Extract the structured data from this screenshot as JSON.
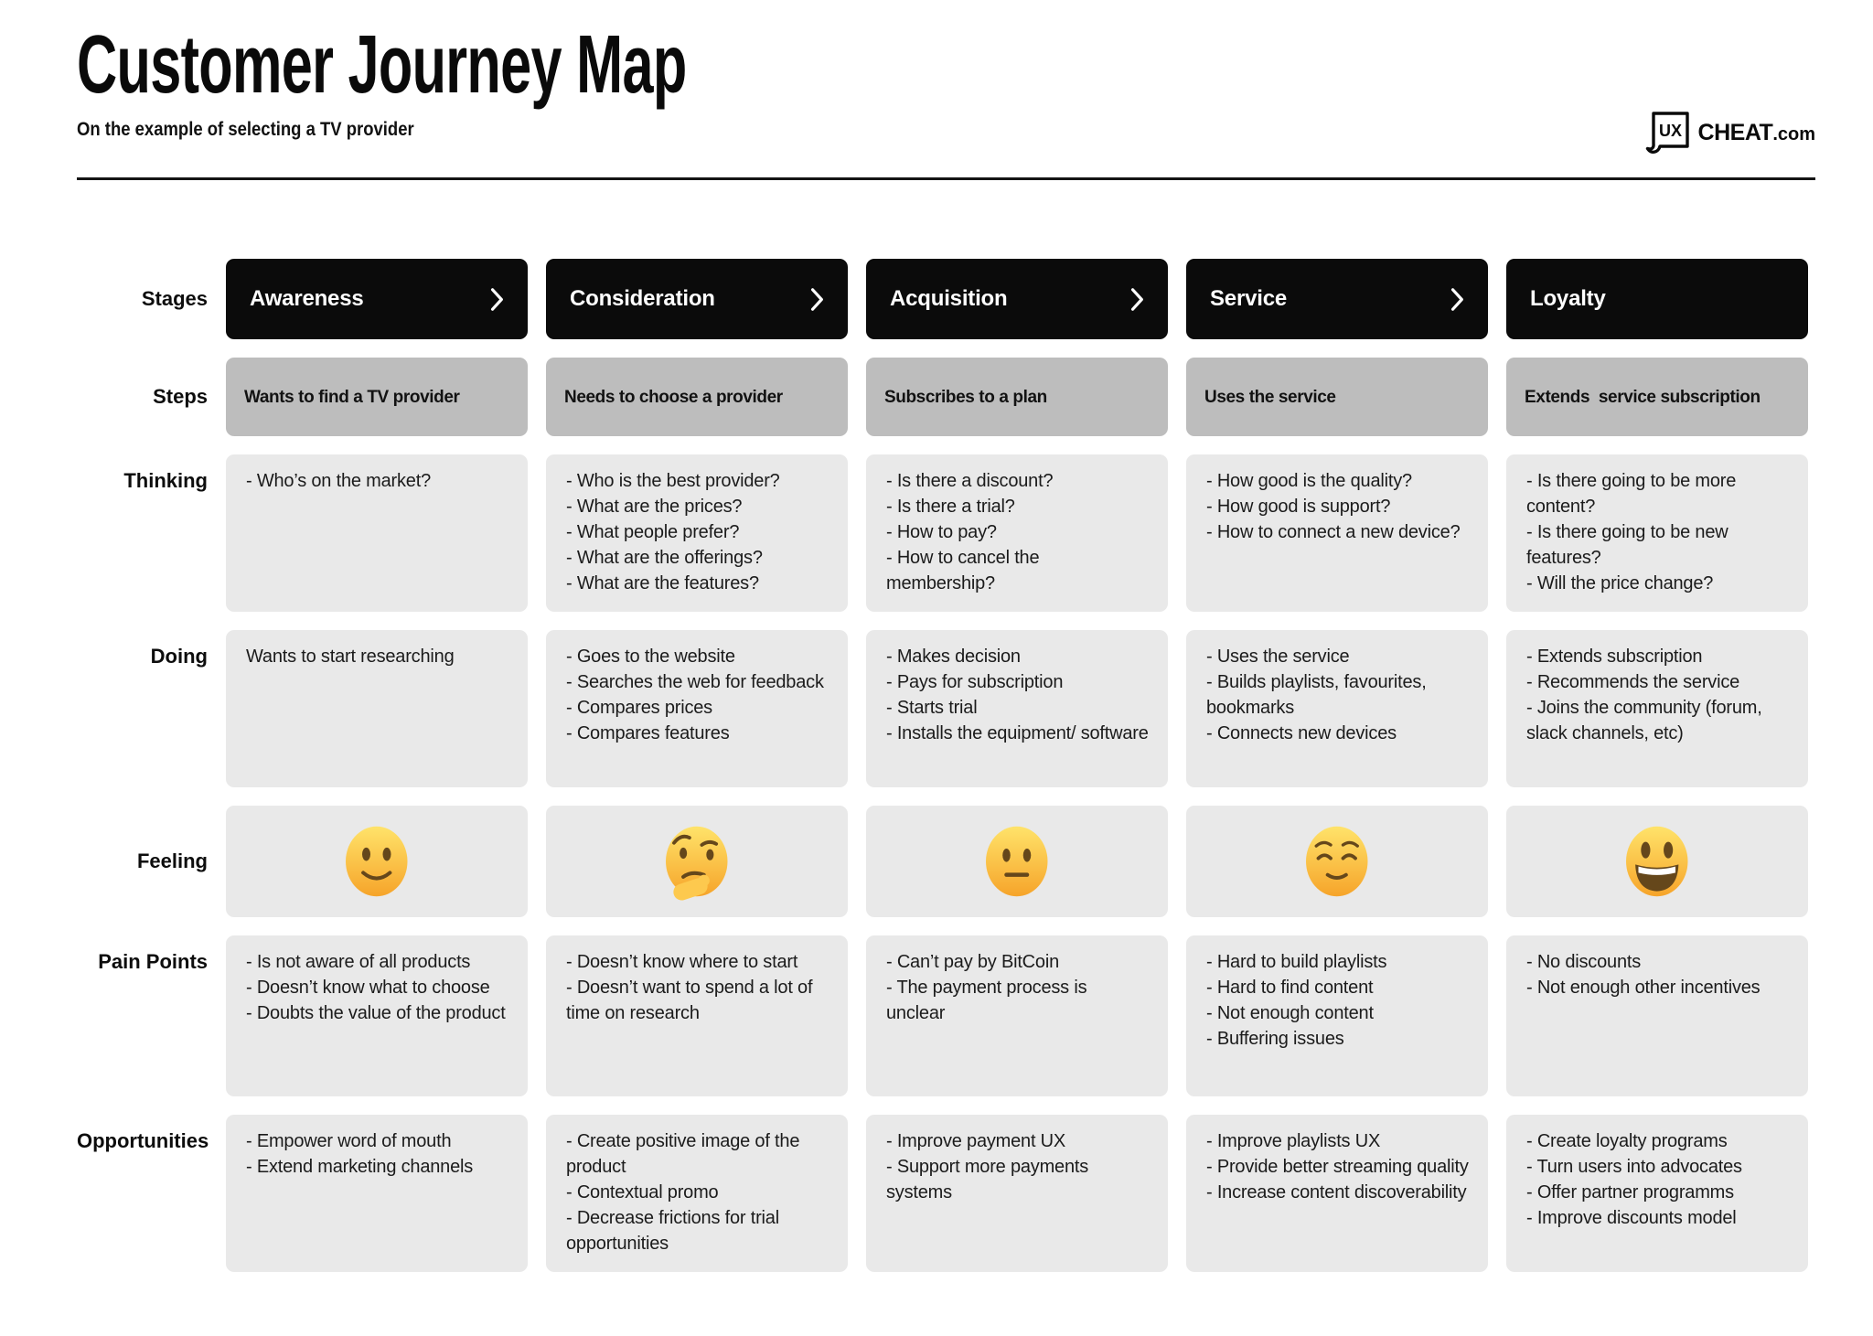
{
  "header": {
    "title": "Customer Journey Map",
    "subtitle": "On the example of selecting a TV provider",
    "logo": {
      "icon_text": "UX",
      "brand": "CHEAT",
      "suffix": ".com"
    }
  },
  "row_labels": {
    "stages": "Stages",
    "steps": "Steps",
    "thinking": "Thinking",
    "doing": "Doing",
    "feeling": "Feeling",
    "pain_points": "Pain Points",
    "opportunities": "Opportunities"
  },
  "icons": {
    "chevron_right": "›"
  },
  "columns": [
    {
      "stage": "Awareness",
      "step": "Wants to find a TV provider",
      "thinking": [
        "- Who’s on the market?"
      ],
      "doing": [
        "Wants to start researching"
      ],
      "feeling_name": "slightly-smiling-face",
      "feeling_emoji": "🙂",
      "pain_points": [
        "- Is not aware of all products",
        "- Doesn’t know what to choose",
        "- Doubts the value of the product"
      ],
      "opportunities": [
        "- Empower word of mouth",
        "- Extend marketing channels"
      ]
    },
    {
      "stage": "Consideration",
      "step": "Needs to choose a provider",
      "thinking": [
        "- Who is the best provider?",
        "- What are the prices?",
        "- What people prefer?",
        "- What are the offerings?",
        "- What are the features?"
      ],
      "doing": [
        "- Goes to the website",
        "- Searches the web for feedback",
        "- Compares prices",
        "- Compares features"
      ],
      "feeling_name": "thinking-face",
      "feeling_emoji": "🤔",
      "pain_points": [
        "- Doesn’t know where to start",
        "- Doesn’t want to spend a lot of time on research"
      ],
      "opportunities": [
        "- Create positive image of the product",
        "- Contextual promo",
        "- Decrease frictions for trial opportunities"
      ]
    },
    {
      "stage": "Acquisition",
      "step": "Subscribes to a plan",
      "thinking": [
        "- Is there a discount?",
        "- Is there a trial?",
        "- How to pay?",
        "- How to cancel the membership?"
      ],
      "doing": [
        "- Makes decision",
        "- Pays for subscription",
        "- Starts trial",
        "- Installs the equipment/ software"
      ],
      "feeling_name": "neutral-face",
      "feeling_emoji": "😐",
      "pain_points": [
        "- Can’t pay by BitCoin",
        "- The payment process is unclear"
      ],
      "opportunities": [
        "- Improve payment UX",
        "- Support more payments systems"
      ]
    },
    {
      "stage": "Service",
      "step": "Uses the service",
      "thinking": [
        "- How good is the quality?",
        "- How good is support?",
        "- How to connect a new device?"
      ],
      "doing": [
        "- Uses the service",
        "- Builds playlists, favourites, bookmarks",
        "- Connects new devices"
      ],
      "feeling_name": "relieved-face",
      "feeling_emoji": "😌",
      "pain_points": [
        "- Hard to build playlists",
        "- Hard to find content",
        "- Not enough content",
        "- Buffering issues"
      ],
      "opportunities": [
        "- Improve playlists UX",
        "- Provide better streaming quality",
        "- Increase content discoverability"
      ]
    },
    {
      "stage": "Loyalty",
      "step": "Extends  service subscription",
      "thinking": [
        "- Is there going to be more content?",
        "- Is there going to be new features?",
        "- Will the price change?"
      ],
      "doing": [
        "- Extends subscription",
        "- Recommends the service",
        "- Joins the community (forum, slack channels, etc)"
      ],
      "feeling_name": "grinning-face",
      "feeling_emoji": "😃",
      "pain_points": [
        "- No discounts",
        "- Not enough other incentives"
      ],
      "opportunities": [
        "- Create loyalty programs",
        "- Turn users into advocates",
        "- Offer partner programms",
        "- Improve discounts model"
      ]
    }
  ]
}
